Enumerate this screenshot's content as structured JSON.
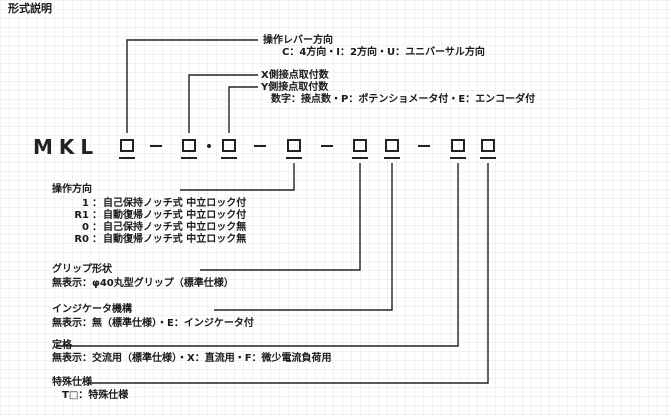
{
  "title": "形式説明",
  "model": {
    "prefix": "MKL"
  },
  "top": {
    "operation_lever": {
      "heading": "操作レバー方向",
      "desc": "C：4方向・I：2方向・U：ユニバーサル方向"
    },
    "x_contacts": "X側接点取付数",
    "y_contacts": "Y側接点取付数",
    "contact_desc": "数字：接点数・P：ポテンショメータ付・E：エンコーダ付"
  },
  "operation_direction": {
    "heading": "操作方向",
    "items": [
      {
        "code": "1",
        "desc": "自己保持ノッチ式 中立ロック付"
      },
      {
        "code": "R1",
        "desc": "自動復帰ノッチ式 中立ロック付"
      },
      {
        "code": "0",
        "desc": "自己保持ノッチ式 中立ロック無"
      },
      {
        "code": "R0",
        "desc": "自動復帰ノッチ式 中立ロック無"
      }
    ]
  },
  "grip": {
    "heading": "グリップ形状",
    "desc": "無表示：φ40丸型グリップ（標準仕様）"
  },
  "indicator": {
    "heading": "インジケータ機構",
    "desc": "無表示：無（標準仕様）・E：インジケータ付"
  },
  "rating": {
    "heading": "定格",
    "desc": "無表示：交流用（標準仕様）・X：直流用・F：微少電流負荷用"
  },
  "special": {
    "heading": "特殊仕様",
    "desc": "T□：特殊仕様"
  }
}
